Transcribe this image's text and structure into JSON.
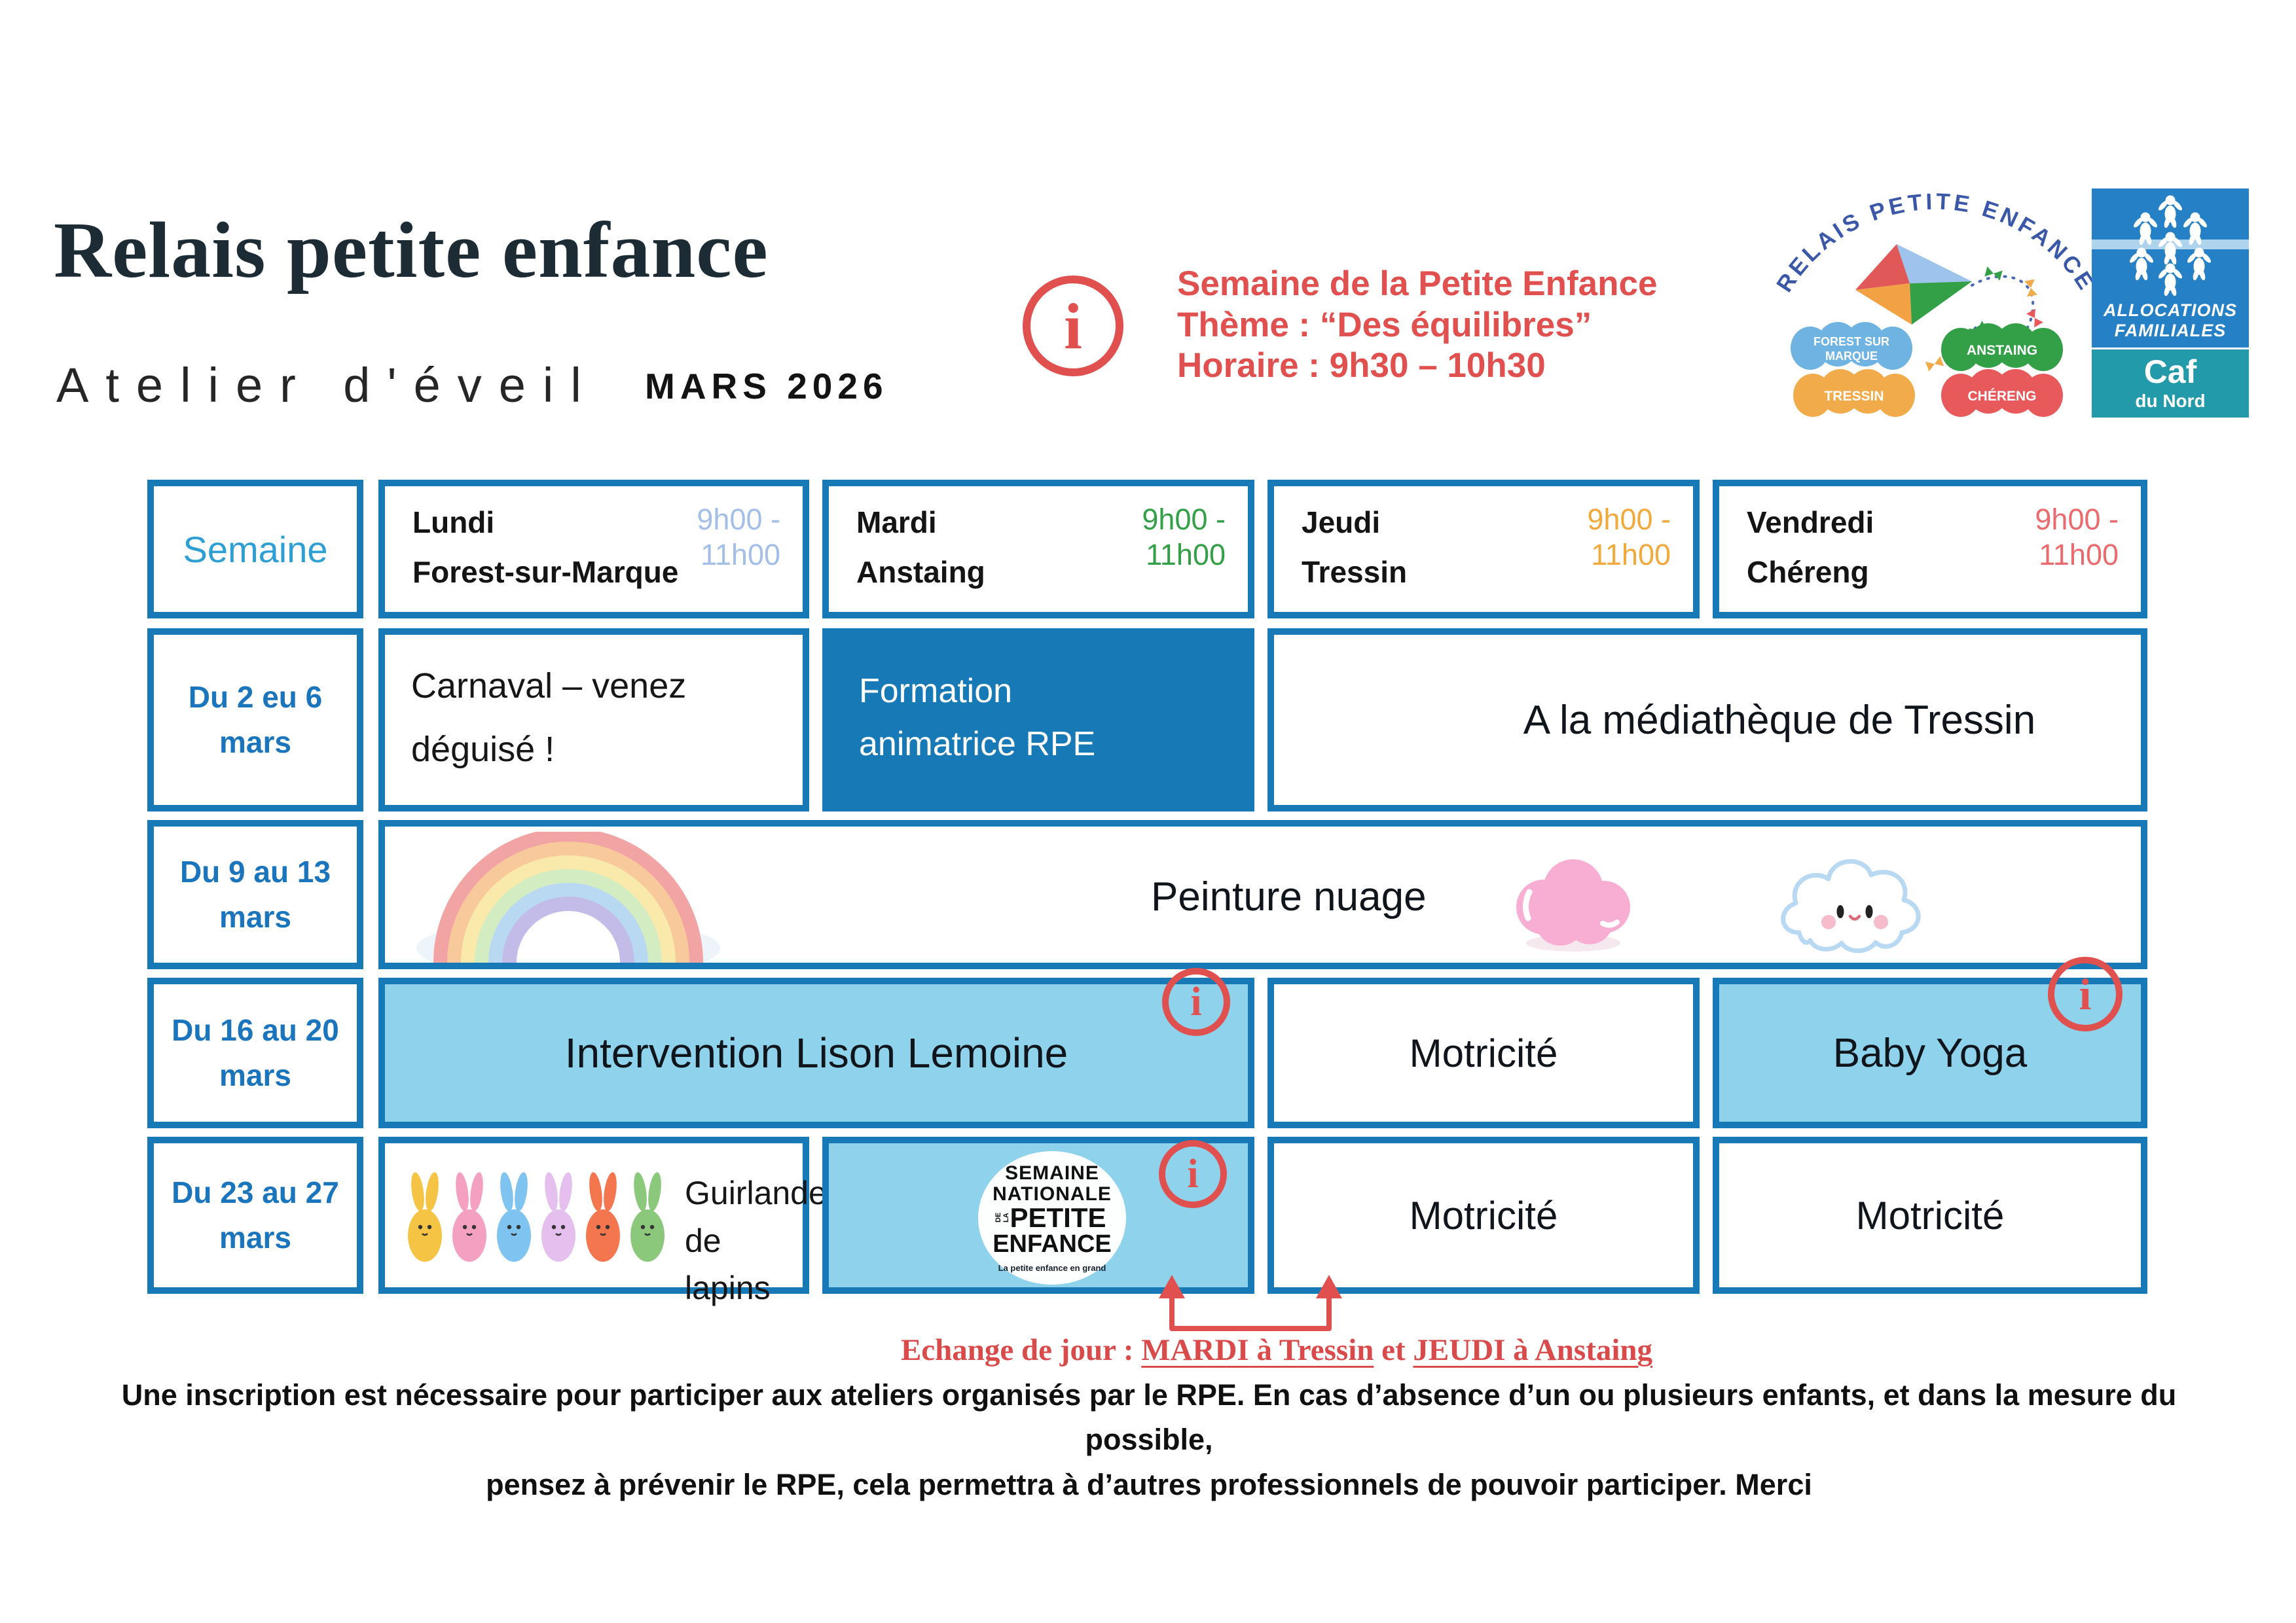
{
  "header": {
    "title": "Relais petite enfance",
    "subtitle": "Atelier d'éveil",
    "month": "MARS 2026",
    "info_symbol": "i",
    "notice": {
      "line1": "Semaine de la Petite Enfance",
      "line2": "Thème : “Des équilibres”",
      "line3": "Horaire : 9h30 – 10h30"
    }
  },
  "rpe_logo": {
    "arc_text": "RELAIS PETITE ENFANCE",
    "badges": [
      {
        "label_line1": "FOREST SUR",
        "label_line2": "MARQUE",
        "color": "#6fb3e3"
      },
      {
        "label": "ANSTAING",
        "color": "#33a048"
      },
      {
        "label": "TRESSIN",
        "color": "#f2ab4a"
      },
      {
        "label": "CHÉRENG",
        "color": "#e8595c"
      }
    ]
  },
  "caf_logo": {
    "org_line1": "ALLOCATIONS",
    "org_line2": "FAMILIALES",
    "name": "Caf",
    "region": "du Nord"
  },
  "table": {
    "week_label": "Semaine",
    "days": [
      {
        "day": "Lundi",
        "place": "Forest-sur-Marque",
        "time1": "9h00 -",
        "time2": "11h00"
      },
      {
        "day": "Mardi",
        "place": "Anstaing",
        "time1": "9h00 -",
        "time2": "11h00"
      },
      {
        "day": "Jeudi",
        "place": "Tressin",
        "time1": "9h00 -",
        "time2": "11h00"
      },
      {
        "day": "Vendredi",
        "place": "Chéreng",
        "time1": "9h00 -",
        "time2": "11h00"
      }
    ],
    "row_labels": [
      {
        "line1": "Du 2 eu 6",
        "line2": "mars"
      },
      {
        "line1": "Du 9 au 13",
        "line2": "mars"
      },
      {
        "line1": "Du 16 au 20",
        "line2": "mars"
      },
      {
        "line1": "Du 23 au 27",
        "line2": "mars"
      }
    ],
    "cells": {
      "carnaval": "Carnaval – venez déguisé !",
      "formation_line1": "Formation",
      "formation_line2": "animatrice RPE",
      "mediatheque": "A la médiathèque de Tressin",
      "peinture": "Peinture nuage",
      "intervention": "Intervention Lison Lemoine",
      "motricite_jeudi_16": "Motricité",
      "baby_yoga": "Baby Yoga",
      "guirlande_line1": "Guirlande",
      "guirlande_line2": "de lapins",
      "motricite_jeudi_23": "Motricité",
      "motricite_vendredi_23": "Motricité"
    },
    "snpe_logo": {
      "line1": "SEMAINE",
      "line2": "NATIONALE",
      "dela": "DE LA",
      "line3": "PETITE",
      "line4": "ENFANCE",
      "tagline": "La petite enfance en grand"
    }
  },
  "footer": {
    "exchange_prefix": "Echange de jour : ",
    "exchange_day1": "MARDI à Tressin",
    "exchange_sep": " et ",
    "exchange_day2": "JEUDI à Anstaing",
    "note_line1": "Une inscription est nécessaire pour participer aux ateliers organisés par le RPE. En cas d’absence d’un ou plusieurs enfants, et dans la mesure du possible,",
    "note_line2": "pensez à prévenir le RPE, cela permettra à d’autres professionnels de pouvoir participer. Merci"
  },
  "colors": {
    "table_border": "#1779b5",
    "dark_cell": "#1779b5",
    "light_cell": "#8ed2ec",
    "semaine_text": "#2e9fd4",
    "row_label": "#1b75bc",
    "time_lundi": "#a3bfe8",
    "time_mardi": "#33a048",
    "time_jeudi": "#f2a93b",
    "time_vendredi": "#ea6a6e",
    "accent_red": "#e0504f",
    "title_dark": "#1d2c34",
    "arc_blue": "#3a57a8",
    "caf_blue": "#2580c5",
    "caf_teal": "#229aa9",
    "bunnies": [
      "#f6c445",
      "#f4a0c0",
      "#7fc4f0",
      "#e5c0ee",
      "#f4764f",
      "#8cc87c"
    ],
    "rainbow": [
      "#f2a3a3",
      "#f7c99b",
      "#f9e9ab",
      "#d4ecc2",
      "#b9d9f2",
      "#c3bce9"
    ]
  }
}
